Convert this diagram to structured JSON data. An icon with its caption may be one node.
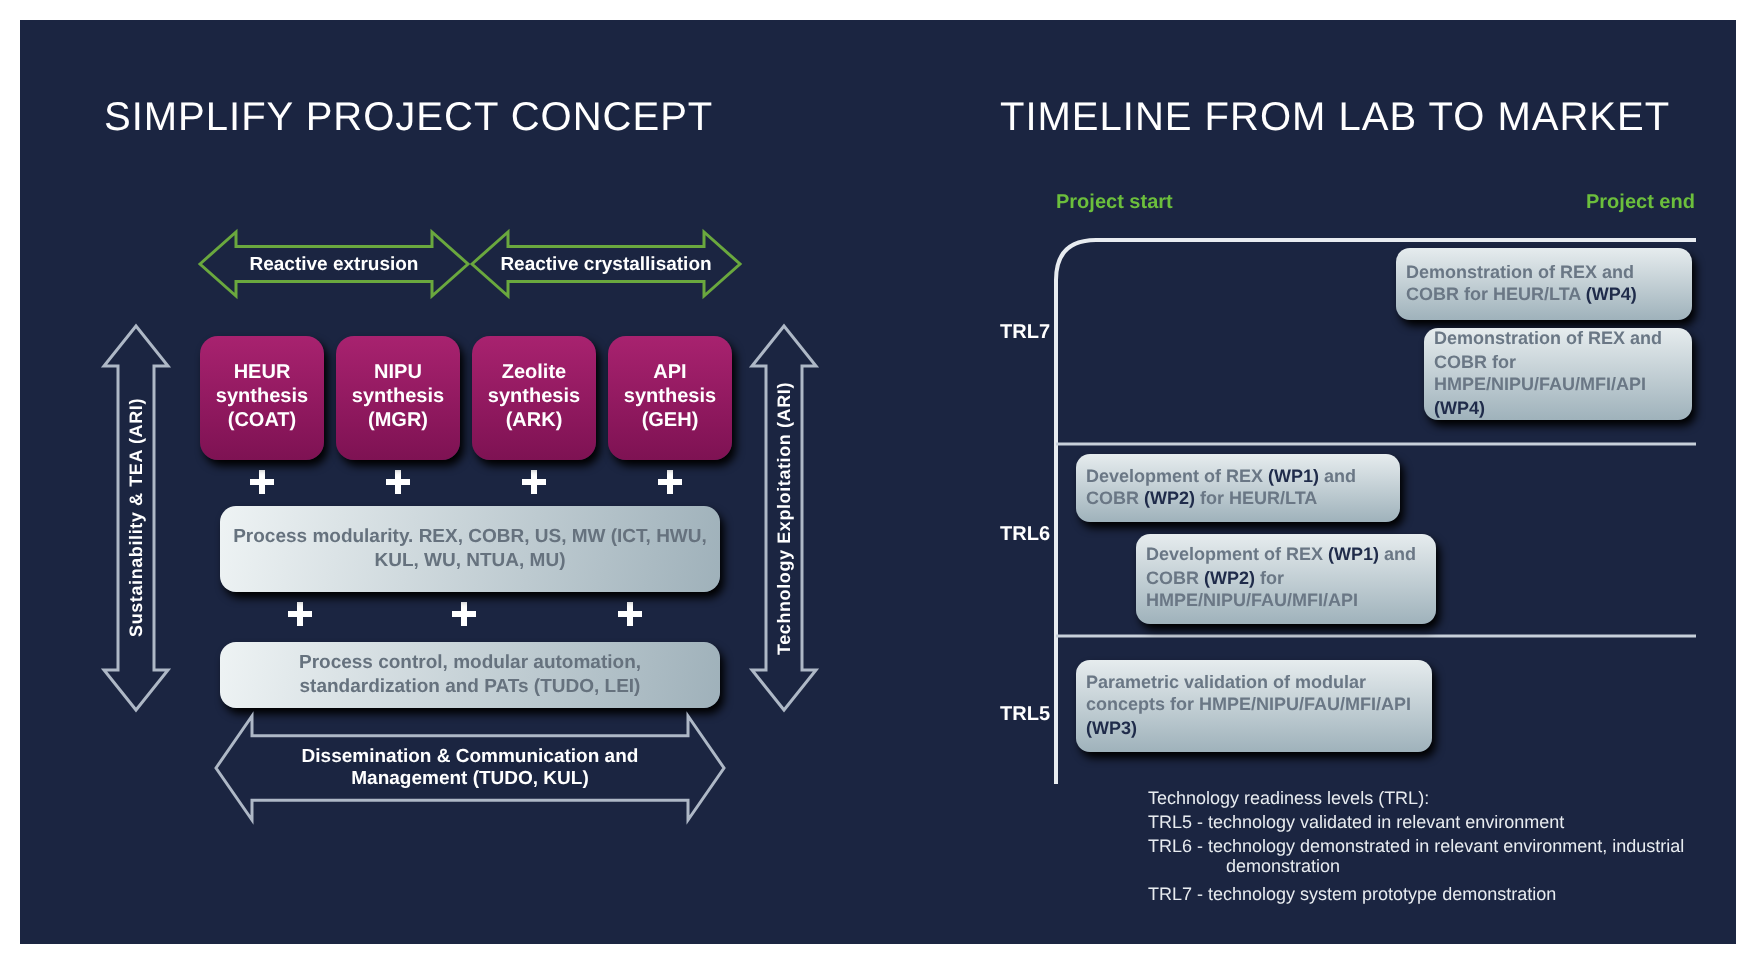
{
  "diagram": {
    "nodes": [
      {
        "text": [
          "Reactive extrusion"
        ]
      },
      {
        "text": [
          "Reactive crystallisation"
        ]
      },
      {
        "text": [
          "Sustainability & TEA (ARI)"
        ]
      },
      {
        "text": [
          "HEUR synthesis (COAT)"
        ]
      },
      {
        "text": [
          "NIPU synthesis (MGR)"
        ]
      },
      {
        "text": [
          "Zeolite synthesis (ARK)"
        ]
      },
      {
        "text": [
          "API synthesis (GEH)"
        ]
      },
      {
        "text": [
          "Technology Exploitation (ARI)"
        ]
      },
      {
        "text": [
          "Process modularity. REX, COBR, US, MW (ICT, HWU, KUL, WU, NTUA, MU)"
        ]
      },
      {
        "text": [
          "Process control, modular automation, standardization and PATs (TUDO, LEI)"
        ]
      },
      {
        "text": [
          "Dissemination & Communication and Management (TUDO, KUL)"
        ]
      },
      {
        "text": [
          "Demonstration of REX and COBR for HEUR/LTA **(WP4)**"
        ]
      },
      {
        "text": [
          "Demonstration of REX and COBR for HMPE/NIPU/FAU/MFI/API **(WP4)**"
        ]
      },
      {
        "text": [
          "Development of REX **(WP1)** and COBR **(WP2)** for HEUR/LTA"
        ]
      },
      {
        "text": [
          "Development of REX **(WP1)** and COBR **(WP2)** for HMPE/NIPU/FAU/MFI/API"
        ]
      },
      {
        "text": [
          "Parametric validation of modular concepts for HMPE/NIPU/FAU/MFI/API **(WP3)**"
        ]
      }
    ],
    "labels": [
      "SIMPLIFY PROJECT CONCEPT",
      "TIMELINE FROM LAB TO MARKET",
      "Project start",
      "Project end",
      "TRL7",
      "TRL6",
      "TRL5",
      "Technology readiness levels (TRL):",
      "TRL5 - technology validated in relevant environment",
      "TRL6 - technology demonstrated in relevant environment, industrial demonstration",
      "TRL7 - technology system prototype demonstration"
    ]
  }
}
